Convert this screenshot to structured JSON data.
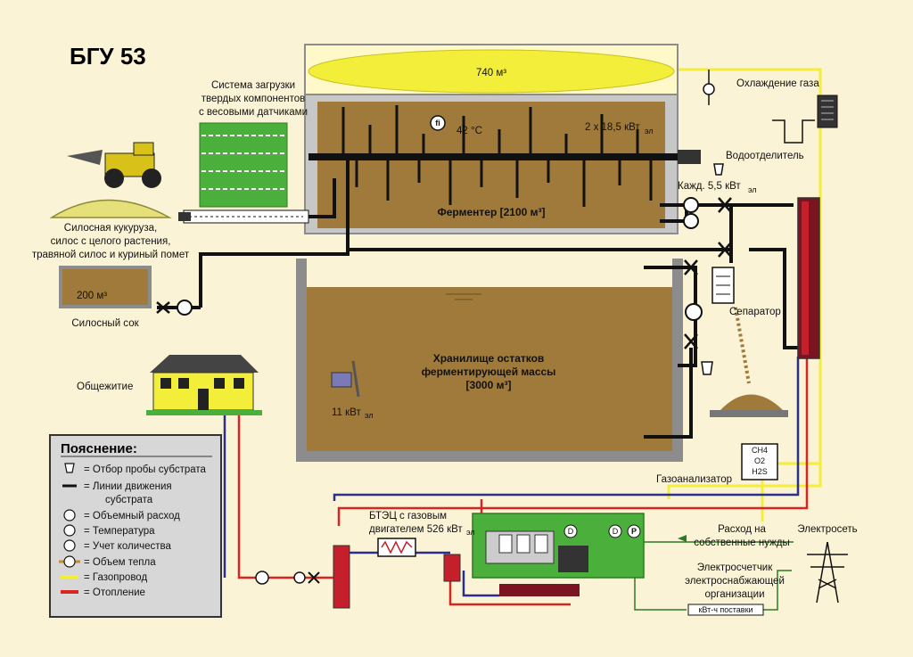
{
  "title": "БГУ 53",
  "gas_holder": {
    "volume": "740 м³"
  },
  "loading_system": {
    "line1": "Система загрузки",
    "line2": "твердых компонентов",
    "line3": "с весовыми датчиками"
  },
  "fermenter": {
    "label": "Ферментер [2100 м³]",
    "temperature": "42 °C",
    "mixers": "2 x 18,5 кВт",
    "mixers_sub": "эл",
    "meter_symbol": "fi"
  },
  "silage": {
    "line1": "Силосная кукуруза,",
    "line2": "силос с целого растения,",
    "line3": "травяной силос и куриный помет"
  },
  "juice_tank": {
    "volume": "200 м³",
    "label": "Силосный сок"
  },
  "gas_cooling": "Охлаждение газа",
  "water_separator": "Водоотделитель",
  "pump_power": {
    "text": "Кажд. 5,5 кВт",
    "sub": "эл"
  },
  "separator": "Сепаратор",
  "storage": {
    "line1": "Хранилище остатков",
    "line2": "ферментирующей массы",
    "line3": "[3000 м³]",
    "mixer": "11 кВт",
    "mixer_sub": "эл"
  },
  "dormitory": "Общежитие",
  "gas_analyzer": {
    "label": "Газоанализатор",
    "items": [
      "CH4",
      "O2",
      "H2S"
    ]
  },
  "chp": {
    "line1": "БТЭЦ с газовым",
    "line2": "двигателем 526 кВт",
    "sub": "эл"
  },
  "own_needs": {
    "line1": "Расход на",
    "line2": "собственные нужды"
  },
  "grid": "Электросеть",
  "meter": {
    "line1": "Электросчетчик",
    "line2": "электроснабжающей",
    "line3": "организации",
    "box": "кВт-ч поставки"
  },
  "gauge_letters": {
    "flow": "D",
    "temp": "fi",
    "pressure": "P"
  },
  "legend": {
    "title": "Пояснение:",
    "items": [
      {
        "icon": "sample-icon",
        "text": "= Отбор пробы субстрата"
      },
      {
        "icon": "substrate-line-icon",
        "text": "= Линии движения",
        "text2": "субстрата"
      },
      {
        "icon": "flow-icon",
        "text": "= Объемный расход"
      },
      {
        "icon": "temperature-icon",
        "text": "= Температура"
      },
      {
        "icon": "quantity-icon",
        "text": "= Учет количества"
      },
      {
        "icon": "heat-volume-icon",
        "text": "= Объем тепла"
      },
      {
        "icon": "gas-line-icon",
        "text": "= Газопровод"
      },
      {
        "icon": "heating-line-icon",
        "text": "= Отопление"
      }
    ]
  },
  "colors": {
    "background": "#fbf3d6",
    "substrate": "#8a6a34",
    "gas": "#f2ee3a",
    "heating": "#d9241f",
    "return": "#2b2f8a",
    "chp": "#4bb03b",
    "tank_wall": "#8c8c8c"
  }
}
